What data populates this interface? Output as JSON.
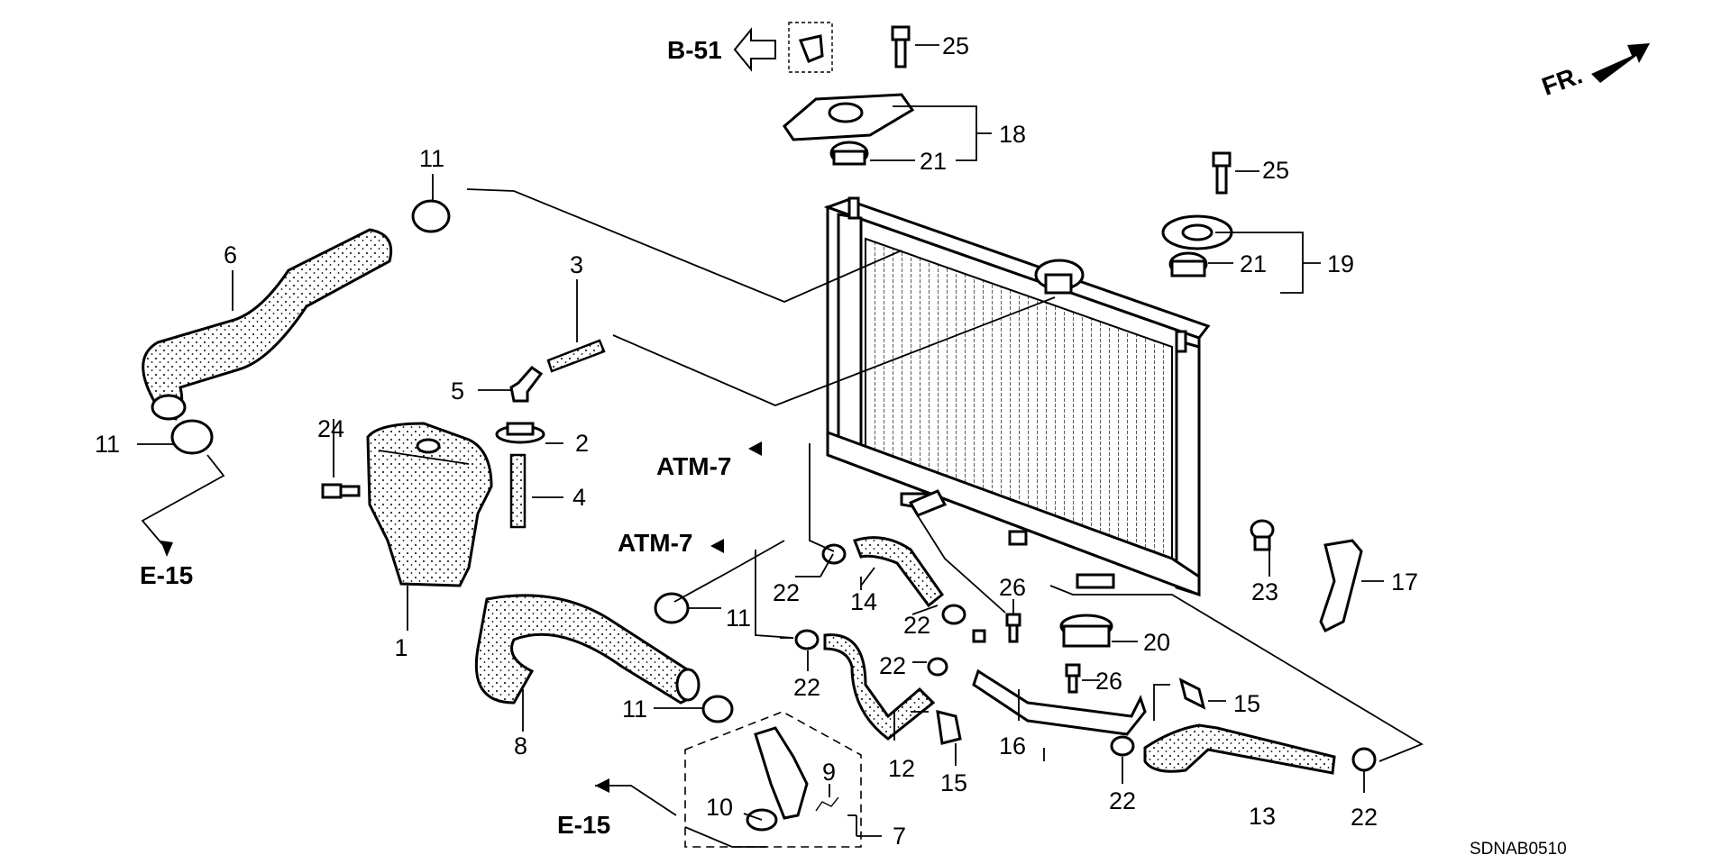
{
  "callouts": {
    "n1": "1",
    "n2": "2",
    "n3": "3",
    "n4": "4",
    "n5": "5",
    "n6": "6",
    "n7": "7",
    "n8": "8",
    "n9": "9",
    "n10": "10",
    "n11a": "11",
    "n11b": "11",
    "n11c": "11",
    "n11d": "11",
    "n12": "12",
    "n13": "13",
    "n14": "14",
    "n15a": "15",
    "n15b": "15",
    "n16": "16",
    "n17": "17",
    "n18": "18",
    "n19": "19",
    "n20": "20",
    "n21a": "21",
    "n21b": "21",
    "n22a": "22",
    "n22b": "22",
    "n22c": "22",
    "n22d": "22",
    "n22e": "22",
    "n22f": "22",
    "n23": "23",
    "n24": "24",
    "n25a": "25",
    "n25b": "25",
    "n26a": "26",
    "n26b": "26"
  },
  "refs": {
    "b51": "B-51",
    "atm7a": "ATM-7",
    "atm7b": "ATM-7",
    "e15a": "E-15",
    "e15b": "E-15",
    "front": "FR."
  },
  "diagram_code": "SDNAB0510"
}
